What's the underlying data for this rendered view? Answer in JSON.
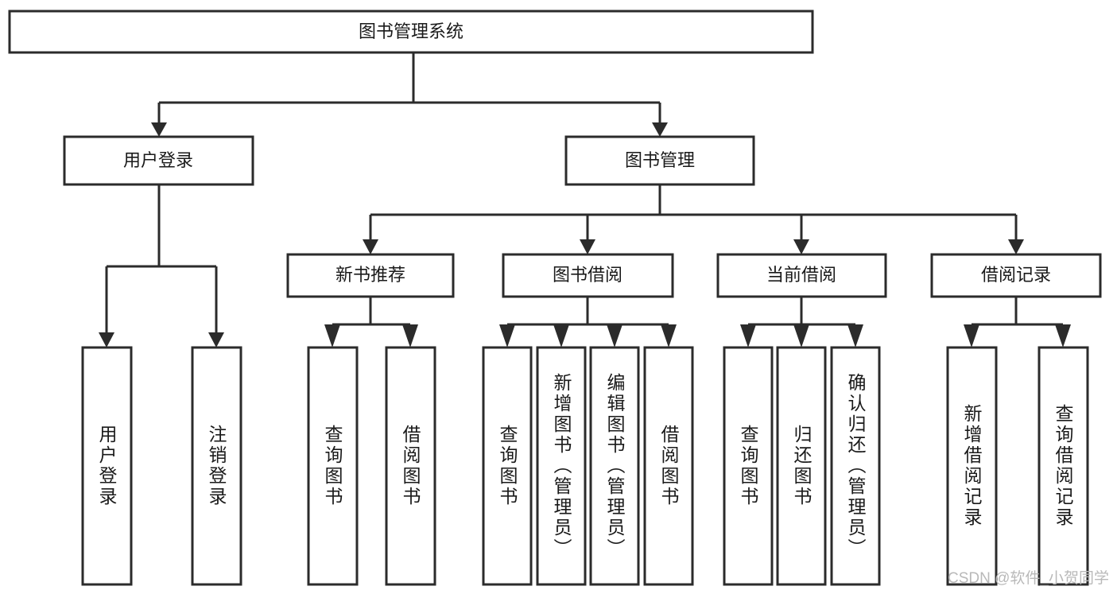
{
  "diagram": {
    "type": "tree-hierarchy",
    "title": "图书管理系统",
    "watermark": "CSDN @软件_小贺同学",
    "colors": {
      "box_stroke": "#2b2b2b",
      "box_fill": "#ffffff",
      "connector": "#2b2b2b",
      "text": "#1a1a1a",
      "background": "#ffffff",
      "watermark": "#b9b9b9"
    },
    "levels": {
      "root": {
        "label": "图书管理系统"
      },
      "level2": [
        {
          "id": "user-login",
          "label": "用户登录"
        },
        {
          "id": "book-management",
          "label": "图书管理"
        }
      ],
      "level3": [
        {
          "id": "new-book-recommend",
          "label": "新书推荐",
          "parent": "book-management"
        },
        {
          "id": "book-borrow",
          "label": "图书借阅",
          "parent": "book-management"
        },
        {
          "id": "current-borrow",
          "label": "当前借阅",
          "parent": "book-management"
        },
        {
          "id": "borrow-record",
          "label": "借阅记录",
          "parent": "book-management"
        }
      ],
      "leaves": {
        "user-login": [
          {
            "id": "leaf-user-login",
            "label": "用户登录"
          },
          {
            "id": "leaf-user-logout",
            "label": "注销登录"
          }
        ],
        "new-book-recommend": [
          {
            "id": "leaf-query-book-1",
            "label": "查询图书"
          },
          {
            "id": "leaf-borrow-book-1",
            "label": "借阅图书"
          }
        ],
        "book-borrow": [
          {
            "id": "leaf-query-book-2",
            "label": "查询图书"
          },
          {
            "id": "leaf-add-book",
            "label": "新增图书（管理员）"
          },
          {
            "id": "leaf-edit-book",
            "label": "编辑图书（管理员）"
          },
          {
            "id": "leaf-borrow-book-2",
            "label": "借阅图书"
          }
        ],
        "current-borrow": [
          {
            "id": "leaf-query-book-3",
            "label": "查询图书"
          },
          {
            "id": "leaf-return-book",
            "label": "归还图书"
          },
          {
            "id": "leaf-confirm-return",
            "label": "确认归还（管理员）"
          }
        ],
        "borrow-record": [
          {
            "id": "leaf-add-record",
            "label": "新增借阅记录"
          },
          {
            "id": "leaf-query-record",
            "label": "查询借阅记录"
          }
        ]
      }
    }
  }
}
